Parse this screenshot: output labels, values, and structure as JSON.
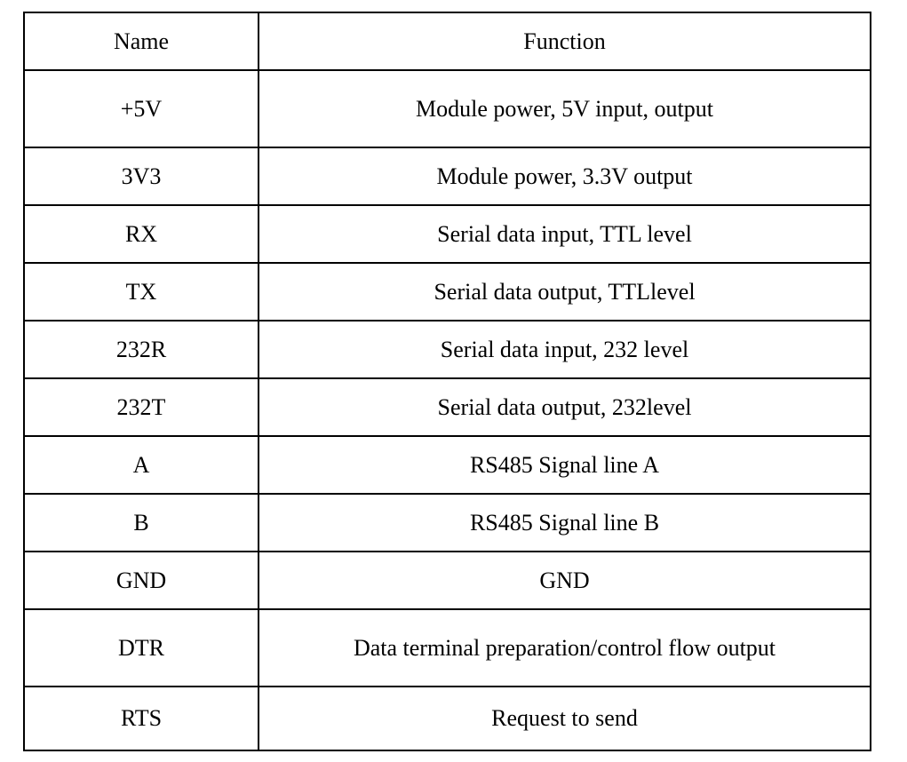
{
  "table": {
    "columns": {
      "name": "Name",
      "function": "Function"
    },
    "rows": [
      {
        "name": "+5V",
        "function": "Module power, 5V input, output"
      },
      {
        "name": "3V3",
        "function": "Module power, 3.3V output"
      },
      {
        "name": "RX",
        "function": "Serial data input, TTL level"
      },
      {
        "name": "TX",
        "function": "Serial data output, TTLlevel"
      },
      {
        "name": "232R",
        "function": "Serial data input, 232 level"
      },
      {
        "name": "232T",
        "function": "Serial data output, 232level"
      },
      {
        "name": "A",
        "function": "RS485 Signal line A"
      },
      {
        "name": "B",
        "function": "RS485 Signal line B"
      },
      {
        "name": "GND",
        "function": "GND"
      },
      {
        "name": "DTR",
        "function": "Data terminal preparation/control flow output"
      },
      {
        "name": "RTS",
        "function": "Request to send"
      }
    ],
    "colors": {
      "border": "#000000",
      "background": "#ffffff",
      "text": "#000000"
    }
  }
}
